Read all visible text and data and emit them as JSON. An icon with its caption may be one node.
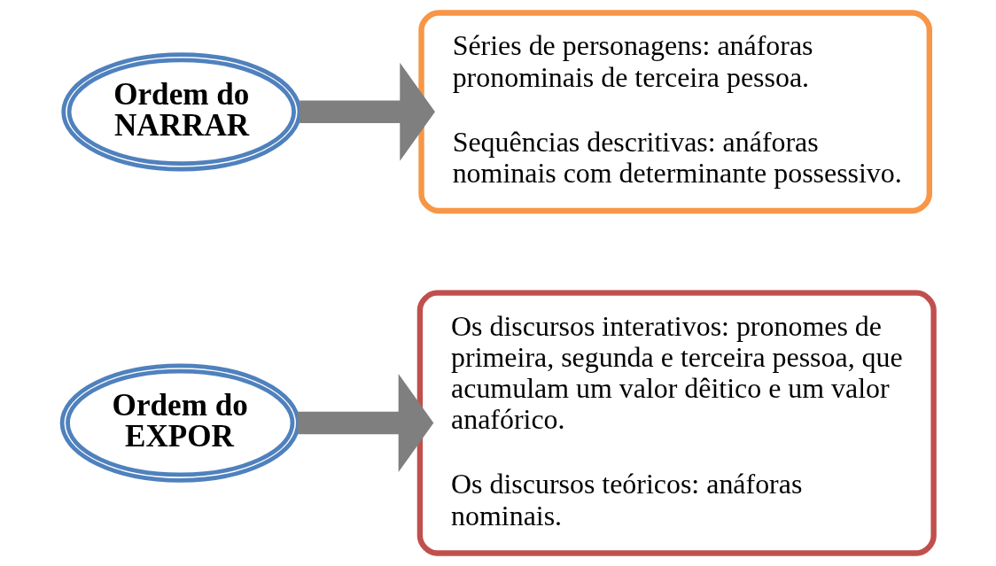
{
  "diagram": {
    "nodes": [
      {
        "text": [
          "Ordem do NARRAR"
        ]
      },
      {
        "text": [
          "Séries de personagens: anáforas pronominais de terceira pessoa.",
          "Sequências descritivas: anáforas nominais com determinante possessivo."
        ]
      },
      {
        "text": [
          "Ordem do EXPOR"
        ]
      },
      {
        "text": [
          "Os discursos interativos: pronomes de primeira, segunda e terceira pessoa, que acumulam um valor dêitico e um valor anafórico.",
          "Os discursos teóricos: anáforas nominais."
        ]
      }
    ],
    "edges": [
      {
        "from": 0,
        "to": 1,
        "arrow": "to"
      },
      {
        "from": 2,
        "to": 3,
        "arrow": "to"
      }
    ]
  }
}
